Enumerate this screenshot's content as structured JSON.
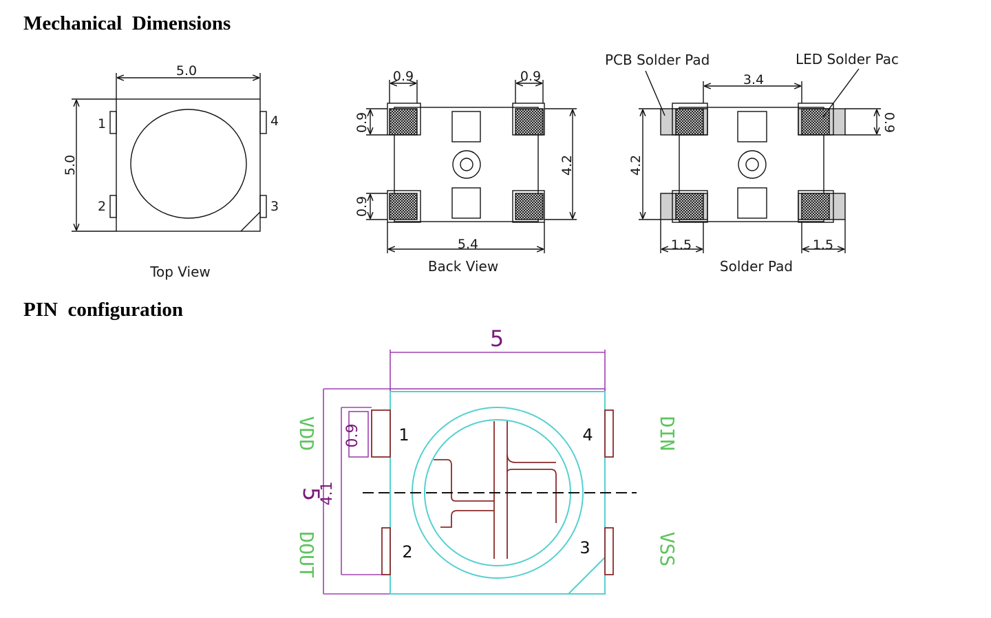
{
  "headings": {
    "mechanical": "Mechanical  Dimensions",
    "pin": "PIN  configuration"
  },
  "top_view": {
    "caption": "Top View",
    "width": "5.0",
    "height": "5.0",
    "pins": [
      "1",
      "2",
      "3",
      "4"
    ]
  },
  "back_view": {
    "caption": "Back View",
    "pad_w_left": "0.9",
    "pad_w_right": "0.9",
    "pad_h_top": "0.9",
    "pad_h_bottom": "0.9",
    "height": "4.2",
    "width": "5.4"
  },
  "solder_pad": {
    "caption": "Solder Pad",
    "pcb_label": "PCB Solder Pad",
    "led_label": "LED Solder Pac",
    "spacing": "3.4",
    "pad_h": "0.9",
    "height": "4.2",
    "left_w": "1.5",
    "right_w": "1.5"
  },
  "pin_config": {
    "width": "5",
    "height": "5",
    "pad_h": "0.9",
    "pad_span": "4.1",
    "pins": [
      "1",
      "2",
      "3",
      "4"
    ],
    "signals": {
      "vdd": "VDD",
      "dout": "DOUT",
      "din": "DIN",
      "vss": "VSS"
    }
  },
  "colors": {
    "outline": "#111111",
    "dimension_purple": "#a040b0",
    "body_cyan": "#55d0d0",
    "pad_brown": "#8b2a2a",
    "signal_green": "#5cc45c"
  }
}
